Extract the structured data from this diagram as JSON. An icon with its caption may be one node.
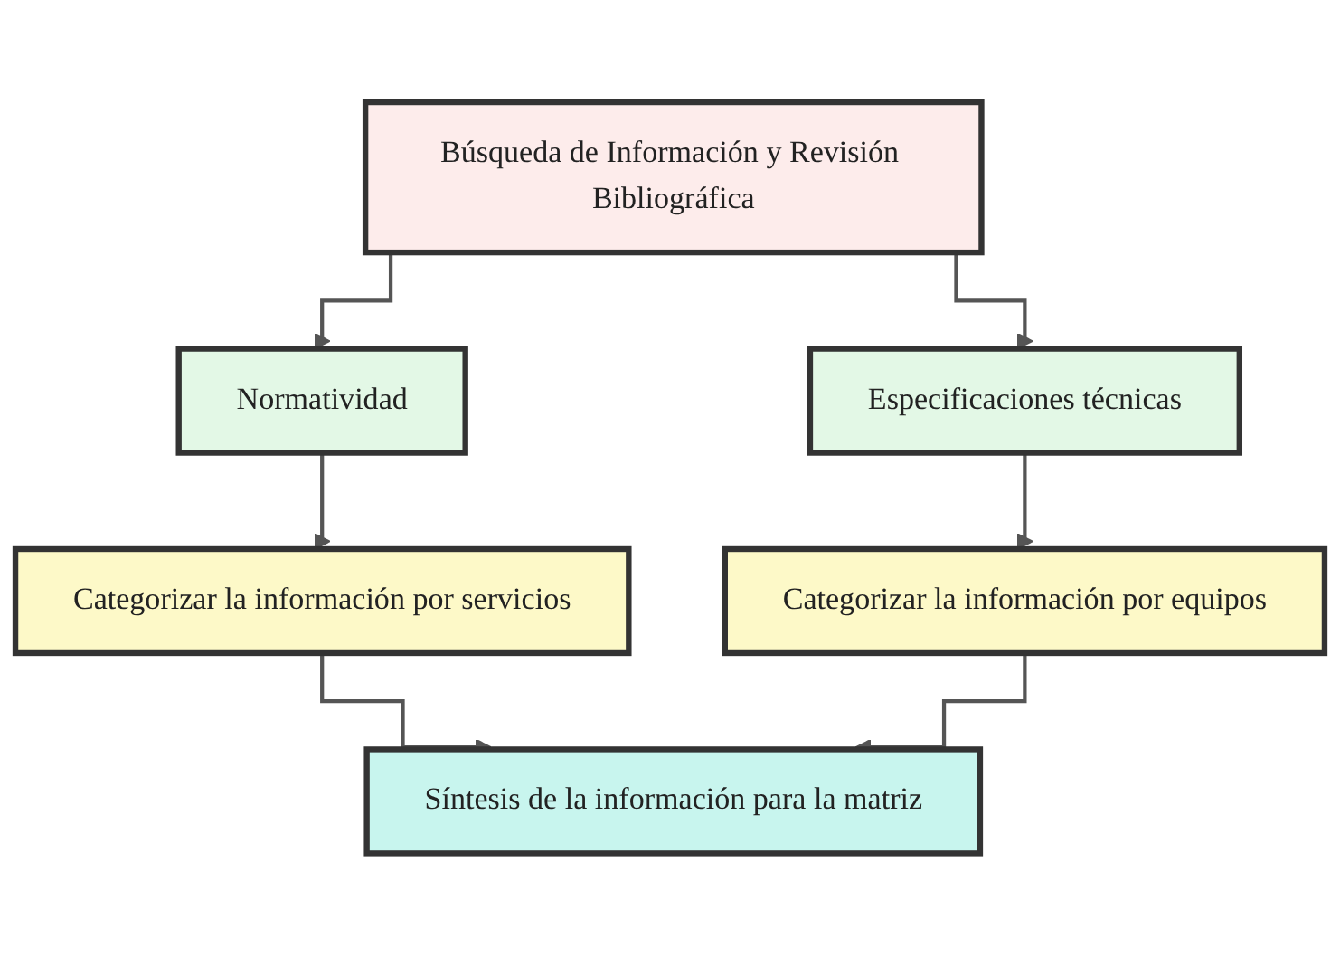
{
  "diagram": {
    "nodes": [
      {
        "text": [
          "Búsqueda de Información y Revisión Bibliográfica"
        ]
      },
      {
        "text": [
          "Normatividad"
        ]
      },
      {
        "text": [
          "Especificaciones técnicas"
        ]
      },
      {
        "text": [
          "Categorizar la información por servicios"
        ]
      },
      {
        "text": [
          "Categorizar la información por equipos"
        ]
      },
      {
        "text": [
          "Síntesis de la información para la matriz"
        ]
      }
    ],
    "edges": [
      {
        "from": 0,
        "to": 1,
        "arrow": "to"
      },
      {
        "from": 0,
        "to": 2,
        "arrow": "to"
      },
      {
        "from": 1,
        "to": 3,
        "arrow": "to"
      },
      {
        "from": 2,
        "to": 4,
        "arrow": "to"
      },
      {
        "from": 3,
        "to": 5,
        "arrow": "to"
      },
      {
        "from": 4,
        "to": 5,
        "arrow": "to"
      }
    ]
  }
}
